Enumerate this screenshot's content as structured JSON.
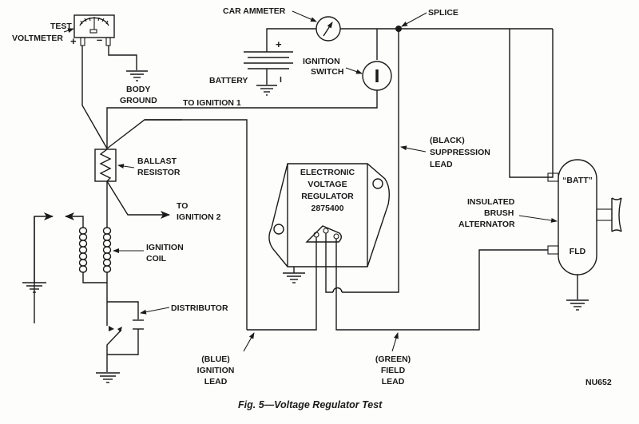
{
  "diagram": {
    "caption": "Fig. 5—Voltage Regulator Test",
    "figure_code": "NU652",
    "labels": {
      "test_voltmeter_1": "TEST",
      "test_voltmeter_2": "VOLTMETER",
      "voltmeter_plus": "+",
      "voltmeter_minus": "–",
      "body_ground_1": "BODY",
      "body_ground_2": "GROUND",
      "to_ignition_1": "TO IGNITION  1",
      "car_ammeter": "CAR AMMETER",
      "battery": "BATTERY",
      "battery_plus": "+",
      "battery_minus": "I",
      "ignition_switch_1": "IGNITION",
      "ignition_switch_2": "SWITCH",
      "splice": "SPLICE",
      "ballast_resistor_1": "BALLAST",
      "ballast_resistor_2": "RESISTOR",
      "to_ignition_2_1": "TO",
      "to_ignition_2_2": "IGNITION 2",
      "ignition_coil_1": "IGNITION",
      "ignition_coil_2": "COIL",
      "distributor": "DISTRIBUTOR",
      "regulator_1": "ELECTRONIC",
      "regulator_2": "VOLTAGE",
      "regulator_3": "REGULATOR",
      "regulator_4": "2875400",
      "black_lead_1": "(BLACK)",
      "black_lead_2": "SUPPRESSION",
      "black_lead_3": "LEAD",
      "alternator_1": "INSULATED",
      "alternator_2": "BRUSH",
      "alternator_3": "ALTERNATOR",
      "batt_terminal": "“BATT”",
      "fld_terminal": "FLD",
      "blue_lead_1": "(BLUE)",
      "blue_lead_2": "IGNITION",
      "blue_lead_3": "LEAD",
      "green_lead_1": "(GREEN)",
      "green_lead_2": "FIELD",
      "green_lead_3": "LEAD"
    }
  }
}
